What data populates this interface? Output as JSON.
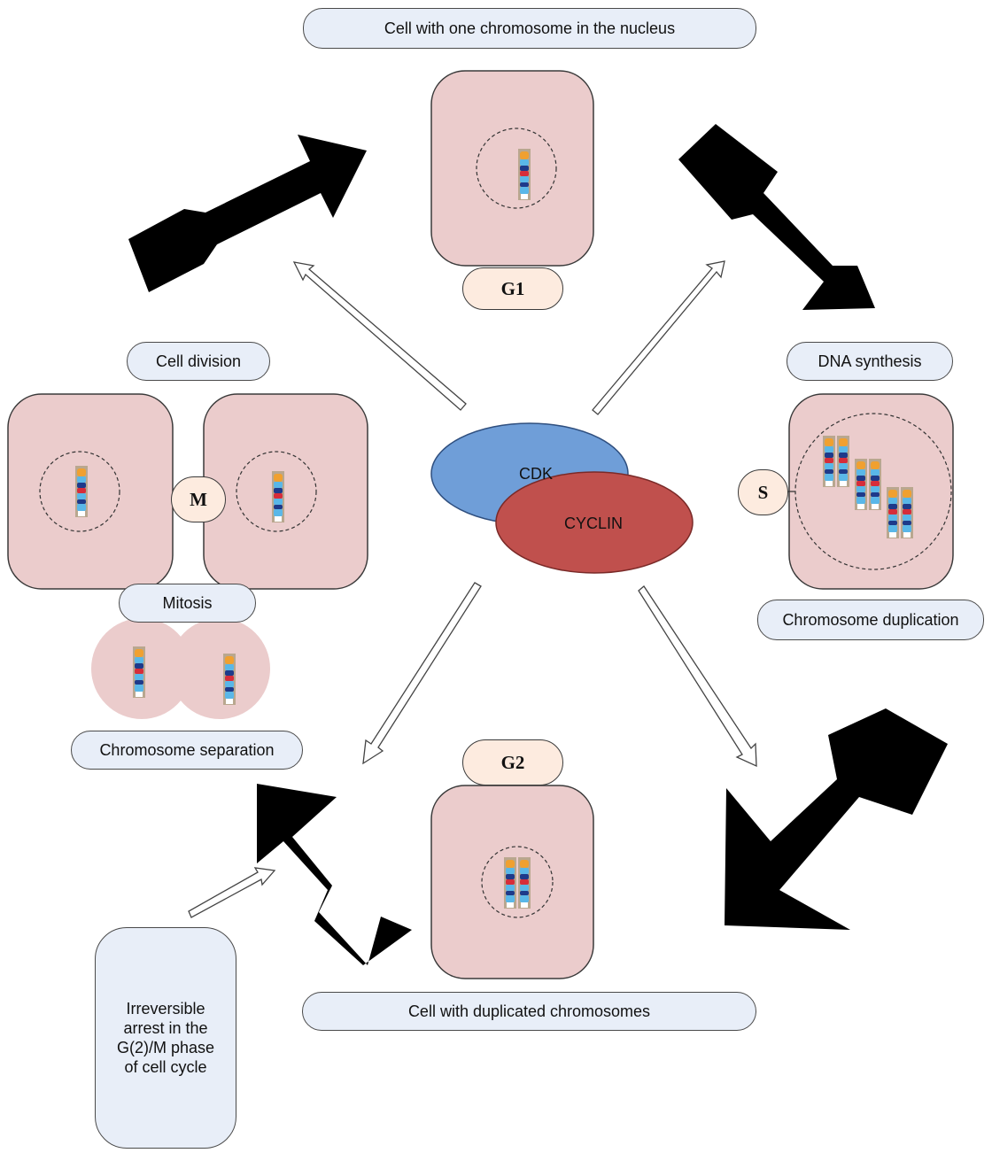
{
  "labels": {
    "g1_caption": "Cell with one chromosome in the nucleus",
    "dna_synthesis": "DNA synthesis",
    "chromosome_duplication": "Chromosome duplication",
    "cell_division": "Cell division",
    "mitosis": "Mitosis",
    "chromosome_separation": "Chromosome separation",
    "g2_caption": "Cell with duplicated chromosomes",
    "arrest_note": "Irreversible\narrest in the\nG(2)/M phase\nof cell cycle"
  },
  "phases": {
    "g1": "G1",
    "s": "S",
    "g2": "G2",
    "m": "M"
  },
  "complex": {
    "cdk": "CDK",
    "cyclin": "CYCLIN"
  },
  "colors": {
    "cell_fill": "#ebcccc",
    "phase_fill": "#fdebdf",
    "label_fill": "#e8eef8",
    "cdk": "#6f9ed8",
    "cyclin": "#c0504d",
    "cycle_arrow": "#000000"
  }
}
